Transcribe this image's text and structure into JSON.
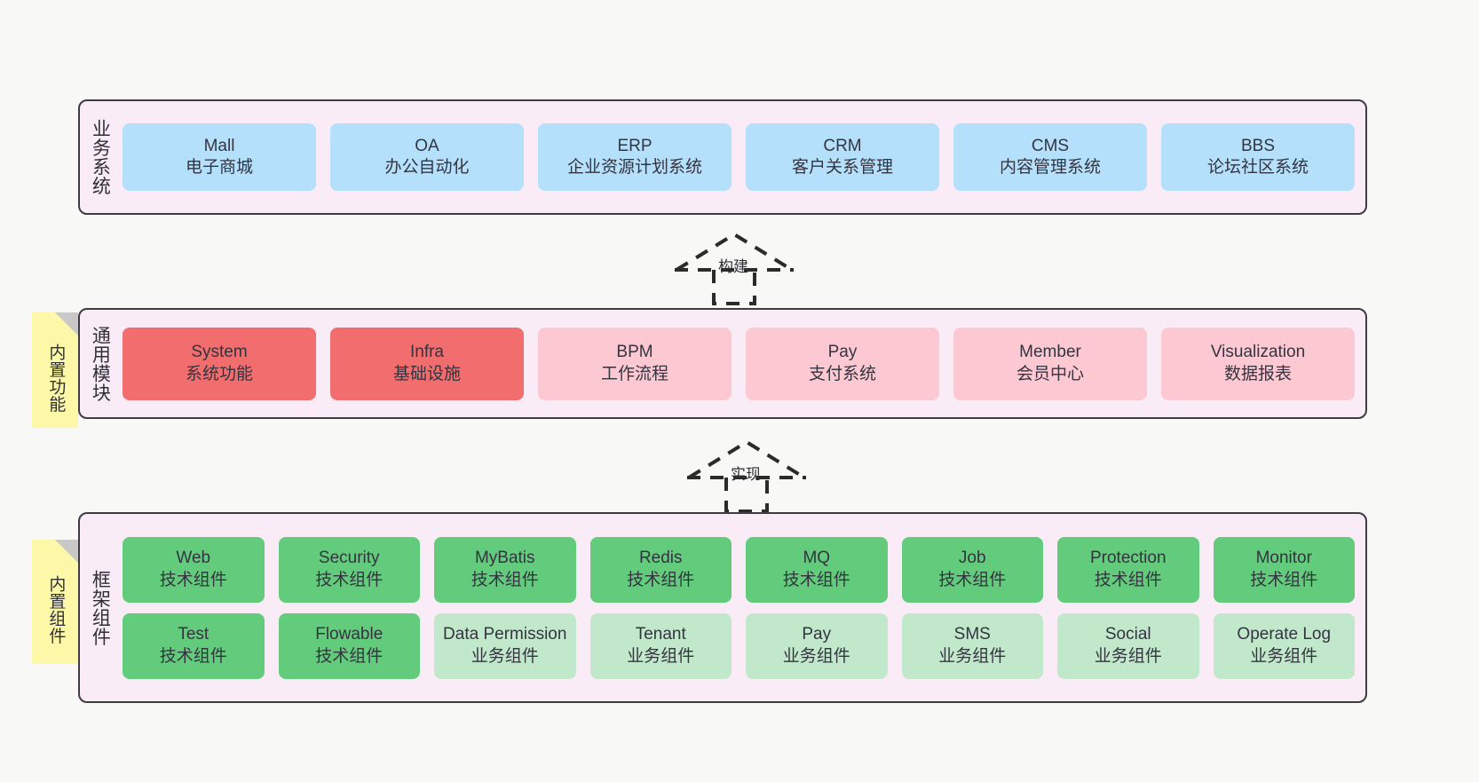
{
  "theme": {
    "background": "#f8f8f7",
    "layer_fill": "#f9ecf6",
    "layer_border": "#3f3b43",
    "note_fill": "#fcf8a8",
    "note_fold": "#c8c8c8",
    "blue": "#b5e0fb",
    "red": "#f26d6d",
    "pink": "#fcc9d3",
    "green": "#63cb7c",
    "light_green": "#c2e8cb",
    "text": "#343440"
  },
  "layers": [
    {
      "id": "business-system",
      "title": "业务系统",
      "nodes": [
        {
          "en": "Mall",
          "cn": "电子商城",
          "color": "blue"
        },
        {
          "en": "OA",
          "cn": "办公自动化",
          "color": "blue"
        },
        {
          "en": "ERP",
          "cn": "企业资源计划系统",
          "color": "blue"
        },
        {
          "en": "CRM",
          "cn": "客户关系管理",
          "color": "blue"
        },
        {
          "en": "CMS",
          "cn": "内容管理系统",
          "color": "blue"
        },
        {
          "en": "BBS",
          "cn": "论坛社区系统",
          "color": "blue"
        }
      ]
    },
    {
      "id": "common-module",
      "title": "通用模块",
      "note": "内置功能",
      "nodes": [
        {
          "en": "System",
          "cn": "系统功能",
          "color": "red"
        },
        {
          "en": "Infra",
          "cn": "基础设施",
          "color": "red"
        },
        {
          "en": "BPM",
          "cn": "工作流程",
          "color": "pink"
        },
        {
          "en": "Pay",
          "cn": "支付系统",
          "color": "pink"
        },
        {
          "en": "Member",
          "cn": "会员中心",
          "color": "pink"
        },
        {
          "en": "Visualization",
          "cn": "数据报表",
          "color": "pink"
        }
      ]
    },
    {
      "id": "framework-component",
      "title": "框架组件",
      "note": "内置组件",
      "rows": [
        [
          {
            "en": "Web",
            "cn": "技术组件",
            "color": "green"
          },
          {
            "en": "Security",
            "cn": "技术组件",
            "color": "green"
          },
          {
            "en": "MyBatis",
            "cn": "技术组件",
            "color": "green"
          },
          {
            "en": "Redis",
            "cn": "技术组件",
            "color": "green"
          },
          {
            "en": "MQ",
            "cn": "技术组件",
            "color": "green"
          },
          {
            "en": "Job",
            "cn": "技术组件",
            "color": "green"
          },
          {
            "en": "Protection",
            "cn": "技术组件",
            "color": "green"
          },
          {
            "en": "Monitor",
            "cn": "技术组件",
            "color": "green"
          }
        ],
        [
          {
            "en": "Test",
            "cn": "技术组件",
            "color": "green"
          },
          {
            "en": "Flowable",
            "cn": "技术组件",
            "color": "green"
          },
          {
            "en": "Data Permission",
            "cn": "业务组件",
            "color": "light_green",
            "wrap": true
          },
          {
            "en": "Tenant",
            "cn": "业务组件",
            "color": "light_green"
          },
          {
            "en": "Pay",
            "cn": "业务组件",
            "color": "light_green"
          },
          {
            "en": "SMS",
            "cn": "业务组件",
            "color": "light_green"
          },
          {
            "en": "Social",
            "cn": "业务组件",
            "color": "light_green"
          },
          {
            "en": "Operate Log",
            "cn": "业务组件",
            "color": "light_green"
          }
        ]
      ]
    }
  ],
  "connectors": [
    {
      "id": "build",
      "label": "构建",
      "from": "common-module",
      "to": "business-system"
    },
    {
      "id": "implement",
      "label": "实现",
      "from": "framework-component",
      "to": "common-module"
    }
  ]
}
